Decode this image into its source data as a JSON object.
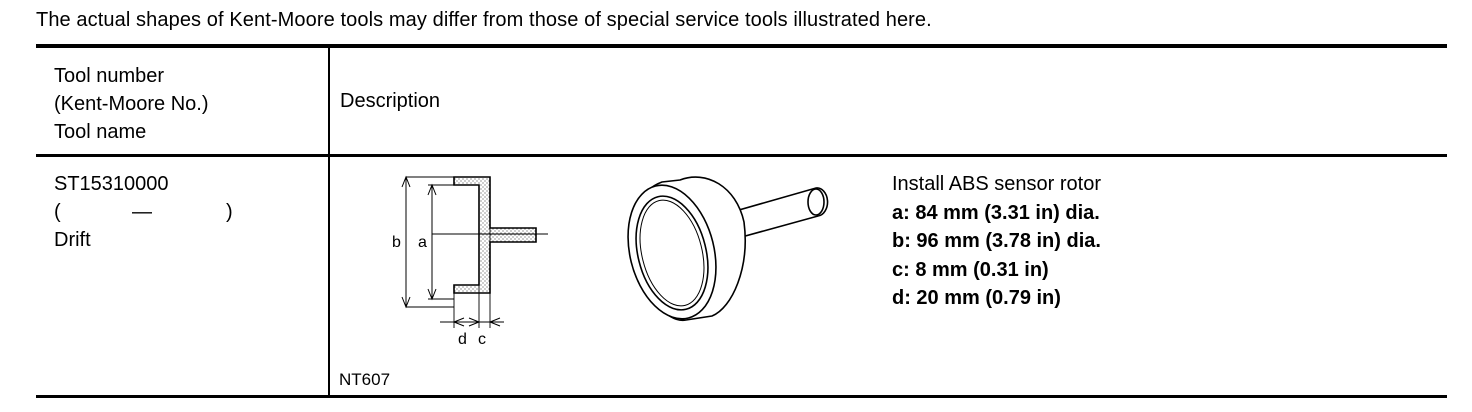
{
  "note": "The actual shapes of Kent-Moore tools may differ from those of special service tools illustrated here.",
  "header": {
    "col1_lines": [
      "Tool number",
      "(Kent-Moore No.)",
      "Tool name"
    ],
    "col2": "Description"
  },
  "tool": {
    "number": "ST15310000",
    "km_open": "(",
    "km_value": "—",
    "km_close": ")",
    "name": "Drift",
    "figure": {
      "labels": {
        "b": "b",
        "a": "a",
        "d": "d",
        "c": "c"
      },
      "code": "NT607"
    },
    "description": {
      "title": "Install ABS sensor rotor",
      "specs": [
        "a: 84 mm (3.31 in) dia.",
        "b: 96 mm (3.78 in) dia.",
        "c: 8 mm (0.31 in)",
        "d: 20 mm (0.79 in)"
      ]
    }
  }
}
